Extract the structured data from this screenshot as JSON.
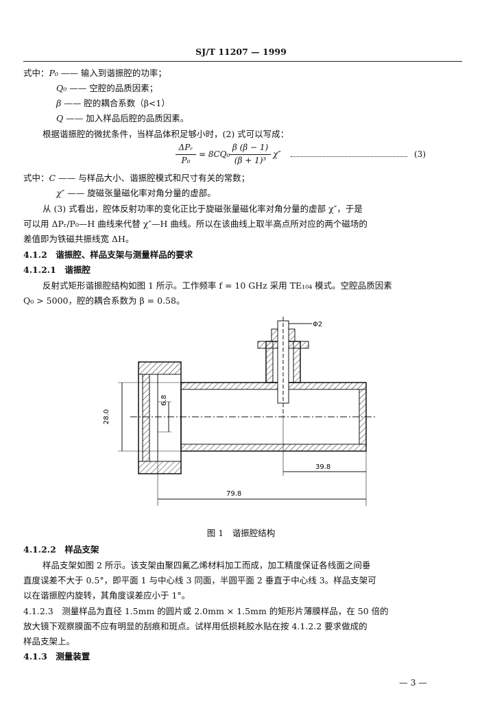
{
  "header": "SJ/T 11207 — 1999",
  "vars1": [
    {
      "prefix": "式中：",
      "sym": "P₀",
      "dash": "——",
      "text": "输入到谐振腔的功率；"
    },
    {
      "prefix": "",
      "sym": "Q₀",
      "dash": "——",
      "text": "空腔的品质因素；"
    },
    {
      "prefix": "",
      "sym": "β",
      "dash": "——",
      "text": "腔的耦合系数（β<1）"
    },
    {
      "prefix": "",
      "sym": "Q",
      "dash": "——",
      "text": "加入样品后腔的品质因素。"
    }
  ],
  "para1": "根据谐振腔的微扰条件，当样品体积足够小时，(2) 式可以写成：",
  "equation": {
    "lhs_num": "ΔPᵣ",
    "lhs_den": "P₀",
    "mid": "= 8CQ₀",
    "frac2_num": "β (β − 1)",
    "frac2_den": "(β + 1)³",
    "tail": "χ″",
    "number": "(3)"
  },
  "vars2": [
    {
      "prefix": "式中：",
      "sym": "C",
      "dash": "——",
      "text": "与样品大小、谐振腔模式和尺寸有关的常数；"
    },
    {
      "prefix": "",
      "sym": "χ″",
      "dash": "——",
      "text": "旋磁张量磁化率对角分量的虚部。"
    }
  ],
  "para2": [
    "从 (3) 式看出，腔体反射功率的变化正比于旋磁张量磁化率对角分量的虚部 χ″，于是",
    "可以用 ΔPᵣ/P₀—H 曲线来代替 χ″—H 曲线。所以在该曲线上取半高点所对应的两个磁场的",
    "差值即为铁磁共振线宽 ΔH。"
  ],
  "sec_412": "4.1.2　谐振腔、样品支架与测量样品的要求",
  "sec_4121": "4.1.2.1　谐振腔",
  "para3": [
    "反射式矩形谐振腔结构如图 1 所示。工作频率 f = 10 GHz 采用 TE₁₀₄ 模式。空腔品质因素",
    "Q₀ > 5000，腔的耦合系数为 β = 0.58。"
  ],
  "figure": {
    "dim_phi": "Φ2",
    "dim_28": "28.0",
    "dim_68": "6.8",
    "dim_398": "39.8",
    "dim_798": "79.8"
  },
  "caption": "图 1　谐振腔结构",
  "sec_4122": "4.1.2.2　样品支架",
  "para4": [
    "样品支架如图 2 所示。该支架由聚四氟乙烯材料加工而成，加工精度保证各线面之间垂",
    "直度误差不大于 0.5°，即平面 1 与中心线 3 同面，半圆平面 2 垂直于中心线 3。样品支架可",
    "以在谐振腔内旋转，其角度误差应小于 1°。"
  ],
  "para5": [
    "4.1.2.3　测量样品为直径 1.5mm 的圆片或 2.0mm × 1.5mm 的矩形片薄膜样品，在 50 倍的",
    "放大镜下观察膜面不应有明显的刮痕和斑点。试样用低损耗胶水贴在按 4.1.2.2 要求做成的",
    "样品支架上。"
  ],
  "sec_413": "4.1.3　测量装置",
  "page_number": "— 3 —"
}
